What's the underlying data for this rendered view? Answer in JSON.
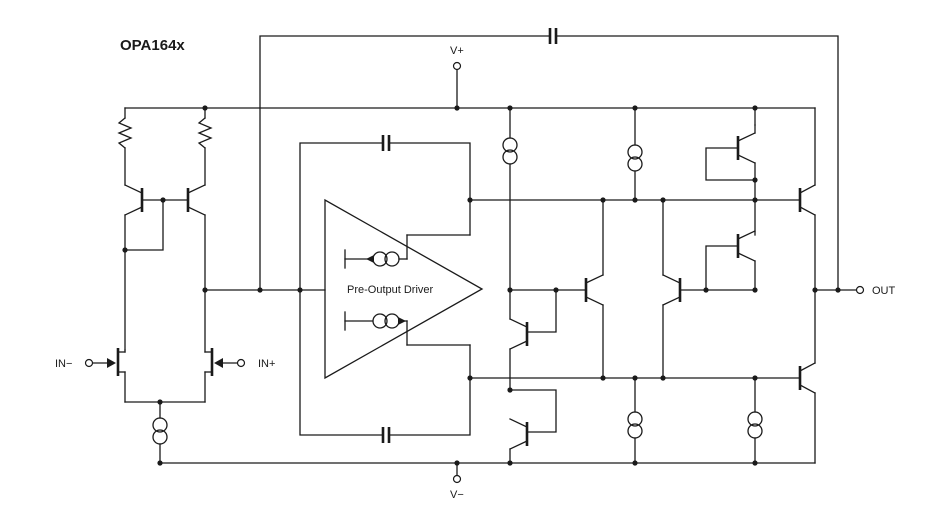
{
  "title": "OPA164x",
  "labels": {
    "vplus": "V+",
    "vminus": "V−",
    "in_minus": "IN−",
    "in_plus": "IN+",
    "out": "OUT",
    "driver": "Pre-Output Driver"
  },
  "colors": {
    "ink": "#1a1a1a",
    "background": "#ffffff"
  }
}
